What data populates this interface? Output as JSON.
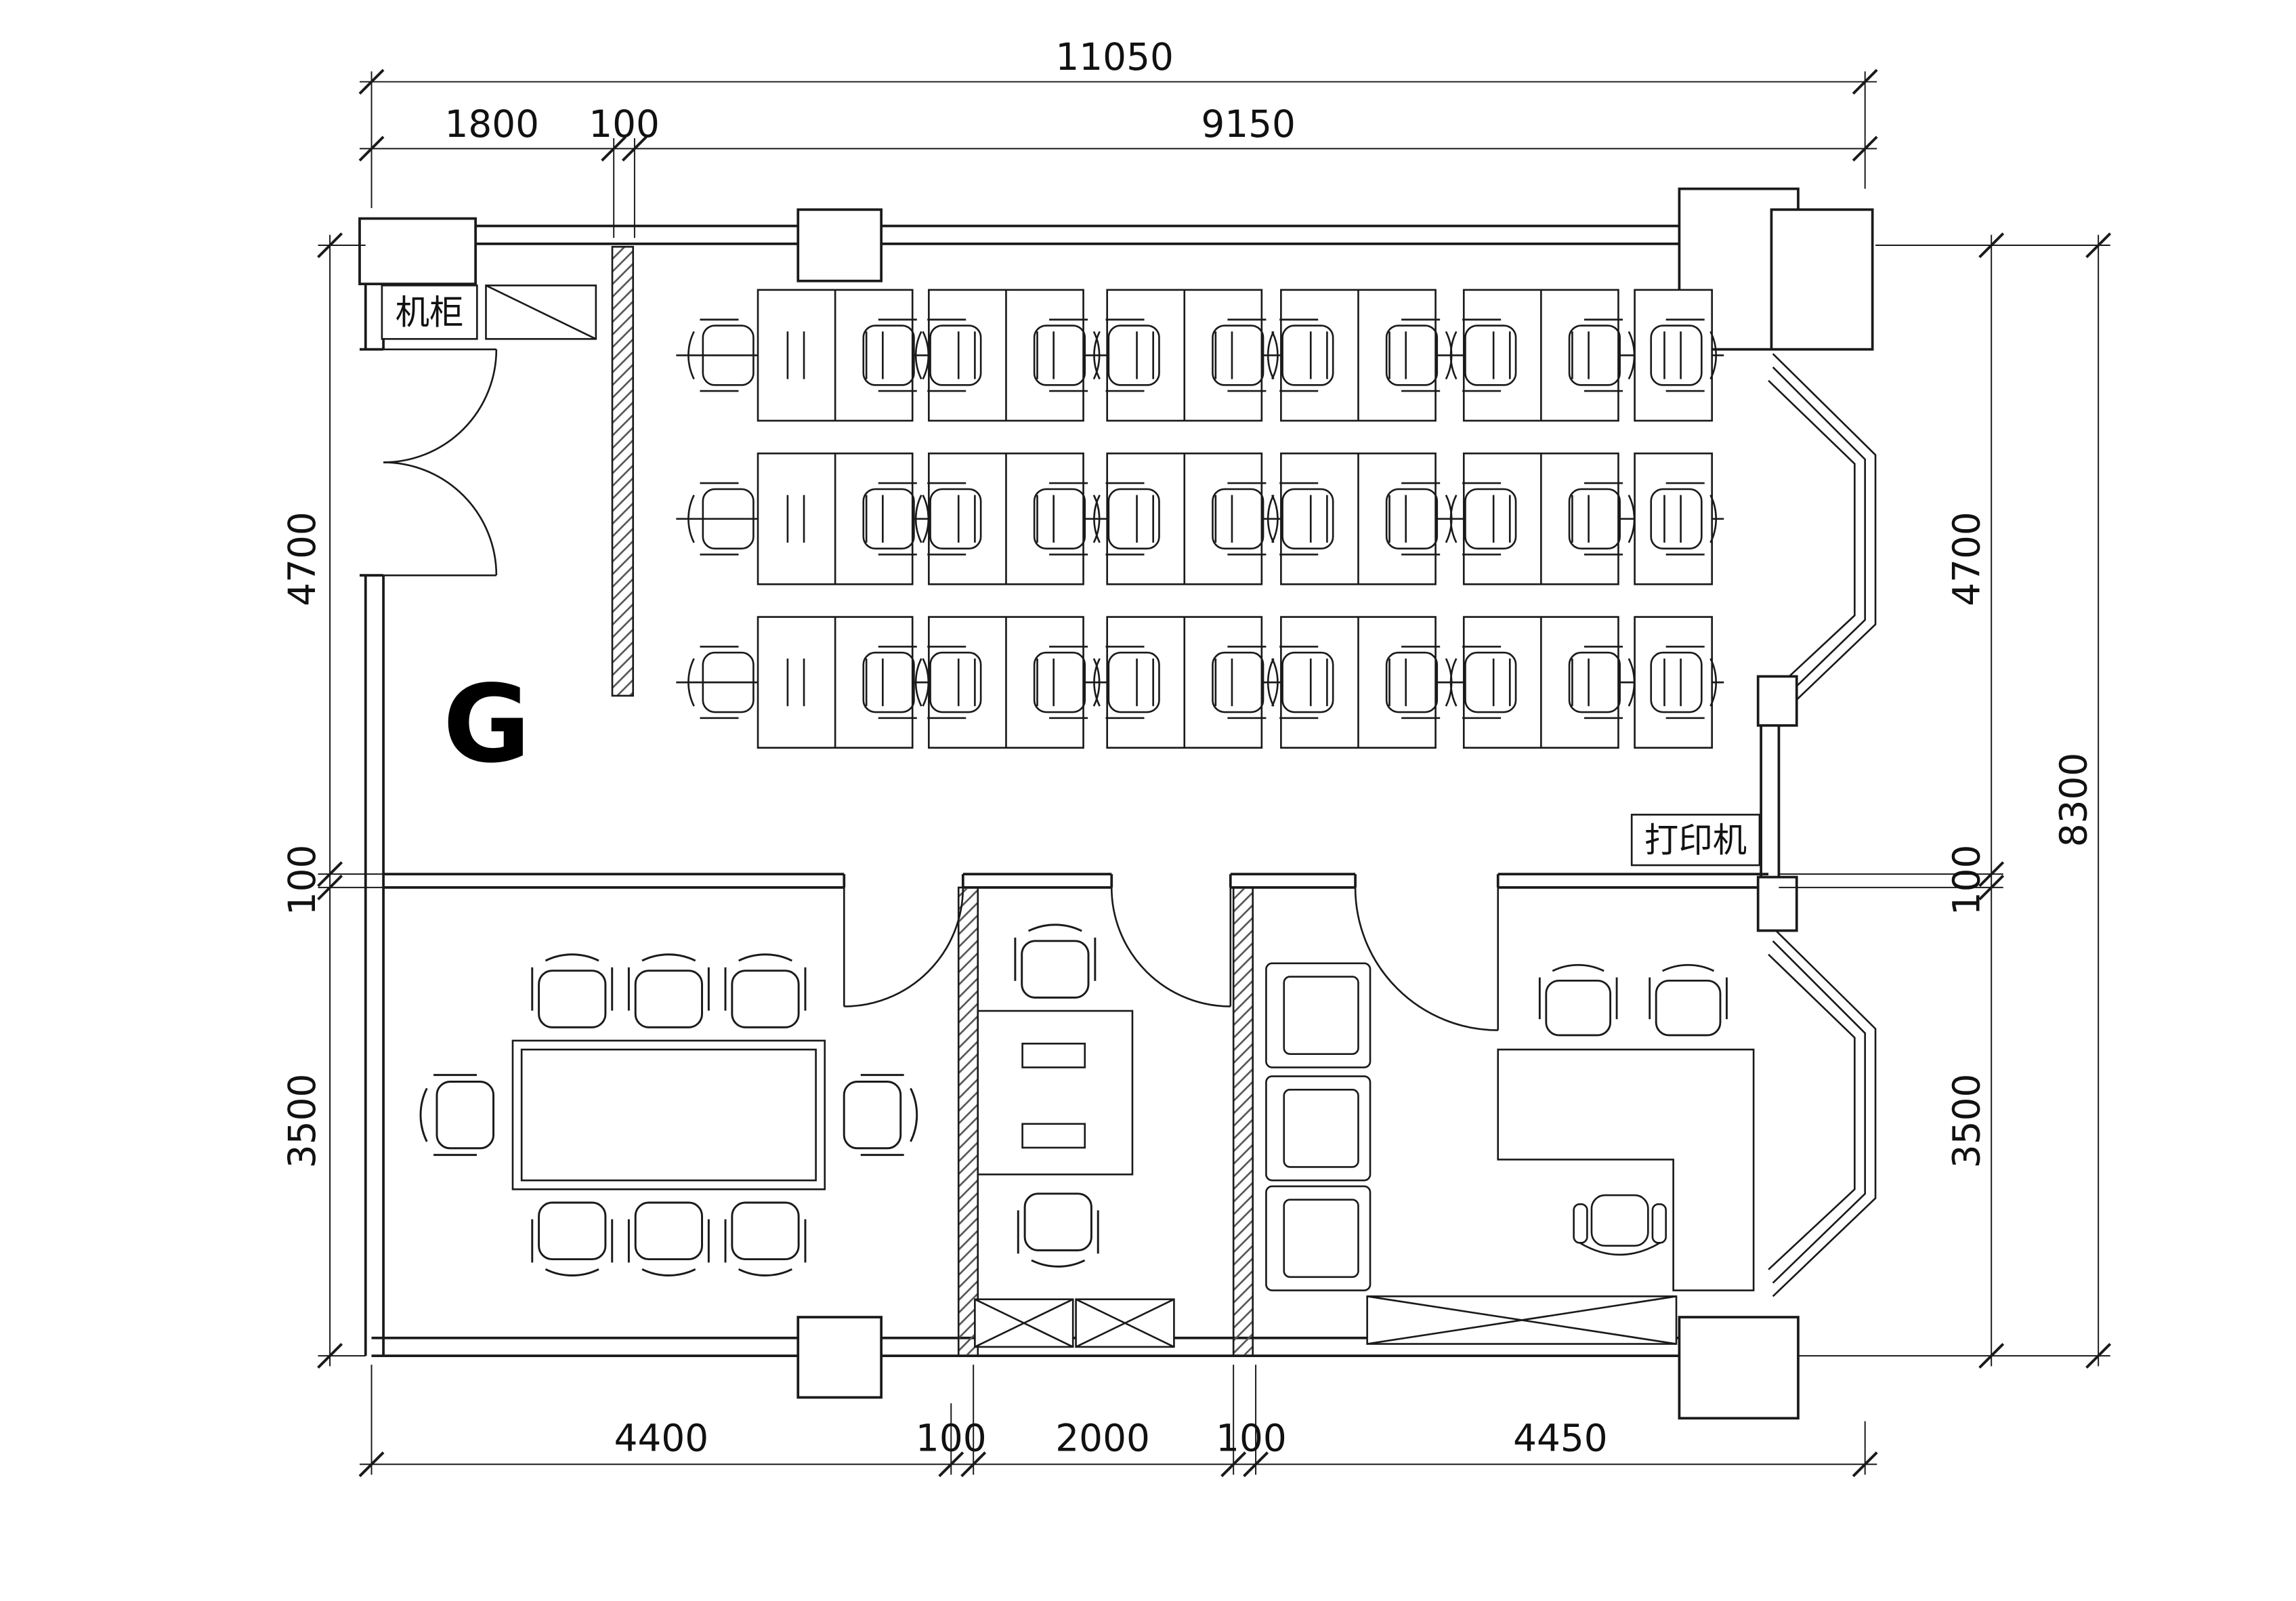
{
  "plan": {
    "room_label": "G",
    "labels": {
      "cabinet": "机柜",
      "printer": "打印机"
    },
    "dims": {
      "top_total": "11050",
      "top_left": "1800",
      "top_wall": "100",
      "top_right": "9150",
      "bottom_room1": "4400",
      "bottom_wall1": "100",
      "bottom_room2": "2000",
      "bottom_wall2": "100",
      "bottom_room3": "4450",
      "left_upper": "4700",
      "left_wall": "100",
      "left_lower": "3500",
      "right_upper": "4700",
      "right_wall": "100",
      "right_lower": "3500",
      "right_total": "8300"
    }
  }
}
